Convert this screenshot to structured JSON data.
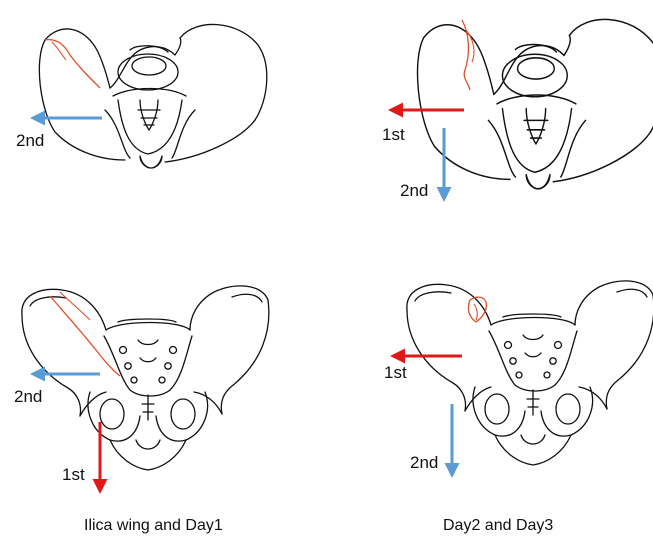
{
  "colors": {
    "bone": "#111111",
    "fracture": "#e0502a",
    "red_arrow": "#e01818",
    "blue_arrow": "#5b9bd5"
  },
  "panels": [
    {
      "id": "top-left",
      "labels": [
        "2nd"
      ]
    },
    {
      "id": "top-right",
      "labels": [
        "1st",
        "2nd"
      ]
    },
    {
      "id": "bottom-left",
      "labels": [
        "2nd",
        "1st"
      ]
    },
    {
      "id": "bottom-right",
      "labels": [
        "1st",
        "2nd"
      ]
    }
  ],
  "captions": {
    "left": "Ilica wing and Day1",
    "right": "Day2 and Day3"
  }
}
